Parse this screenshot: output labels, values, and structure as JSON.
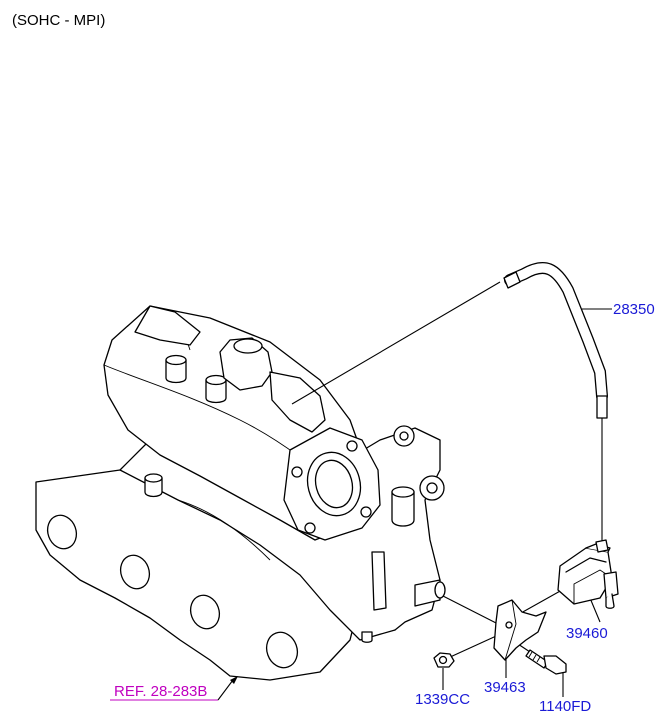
{
  "header": {
    "variant": "(SOHC - MPI)"
  },
  "callouts": {
    "hose": "28350",
    "solenoid_valve": "39460",
    "bracket": "39463",
    "nut": "1339CC",
    "bolt": "1140FD",
    "ref": "REF. 28-283B"
  },
  "colors": {
    "part_label": "#1a1ad6",
    "ref_label": "#c000c0",
    "line": "#000000"
  }
}
